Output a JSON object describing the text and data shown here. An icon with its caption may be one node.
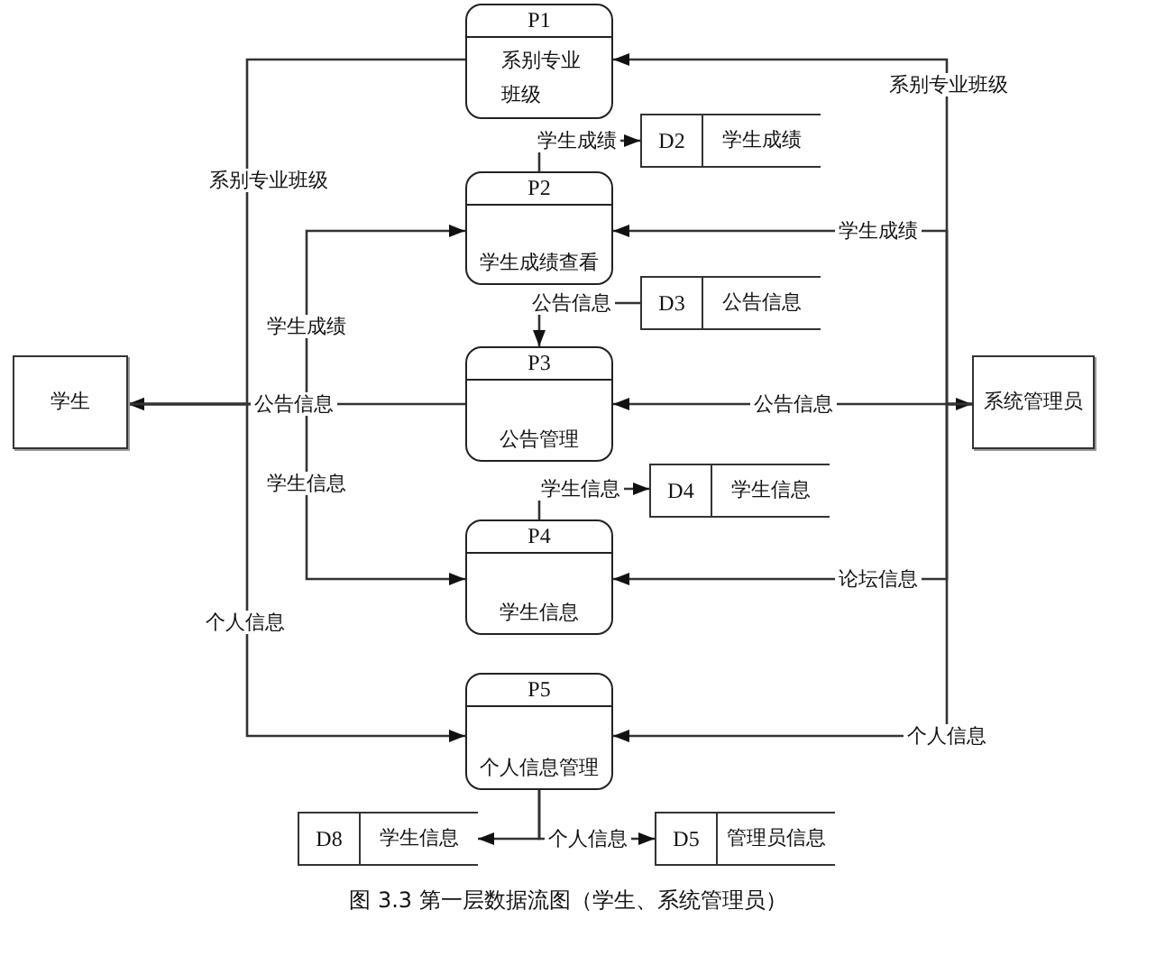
{
  "diagram": {
    "caption": "图 3.3 第一层数据流图（学生、系统管理员）",
    "nodes": [
      {
        "text": [
          "学生"
        ]
      },
      {
        "text": [
          "系统管理员"
        ]
      },
      {
        "text": [
          "P1",
          "系别专业班级"
        ]
      },
      {
        "text": [
          "P2",
          "学生成绩查看"
        ]
      },
      {
        "text": [
          "P3",
          "公告管理"
        ]
      },
      {
        "text": [
          "P4",
          "学生信息"
        ]
      },
      {
        "text": [
          "P5",
          "个人信息管理"
        ]
      },
      {
        "text": [
          "D2",
          "学生成绩"
        ]
      },
      {
        "text": [
          "D3",
          "公告信息"
        ]
      },
      {
        "text": [
          "D4",
          "学生信息"
        ]
      },
      {
        "text": [
          "D8",
          "学生信息"
        ]
      },
      {
        "text": [
          "D5",
          "管理员信息"
        ]
      }
    ],
    "edges": [
      {
        "from": 2,
        "to": 0,
        "arrow": "to",
        "label": "系别专业班级"
      },
      {
        "from": 0,
        "to": 3,
        "arrow": "to",
        "label": "学生成绩"
      },
      {
        "from": 4,
        "to": 0,
        "arrow": "to",
        "label": "公告信息"
      },
      {
        "from": 0,
        "to": 5,
        "arrow": "to",
        "label": "学生信息"
      },
      {
        "from": 0,
        "to": 6,
        "arrow": "to",
        "label": "个人信息"
      },
      {
        "from": 1,
        "to": 2,
        "arrow": "to",
        "label": "系别专业班级"
      },
      {
        "from": 1,
        "to": 3,
        "arrow": "to",
        "label": "学生成绩"
      },
      {
        "from": 4,
        "to": 1,
        "arrow": "both",
        "label": "公告信息"
      },
      {
        "from": 1,
        "to": 5,
        "arrow": "to",
        "label": "论坛信息"
      },
      {
        "from": 1,
        "to": 6,
        "arrow": "to",
        "label": "个人信息"
      },
      {
        "from": 3,
        "to": 7,
        "arrow": "to",
        "label": "学生成绩"
      },
      {
        "from": 8,
        "to": 4,
        "arrow": "to",
        "label": "公告信息"
      },
      {
        "from": 5,
        "to": 9,
        "arrow": "to",
        "label": "学生信息"
      },
      {
        "from": 6,
        "to": 10,
        "arrow": "to"
      },
      {
        "from": 6,
        "to": 11,
        "arrow": "to",
        "label": "个人信息"
      }
    ]
  }
}
